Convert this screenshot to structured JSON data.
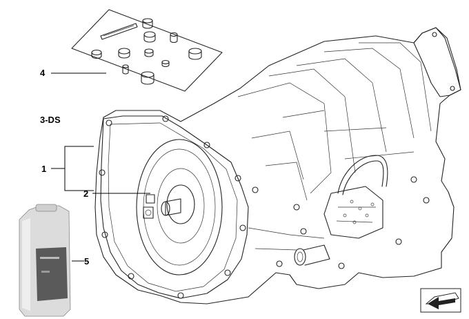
{
  "callouts": {
    "item_1": "1",
    "item_2": "2",
    "item_4": "4",
    "item_5": "5",
    "group_label": "3-DS"
  },
  "icons": {
    "nav_arrow": "arrow-down-left-icon"
  },
  "colors": {
    "line": "#222222",
    "bottle_body": "#d9d9d9",
    "bottle_label": "#555555"
  }
}
